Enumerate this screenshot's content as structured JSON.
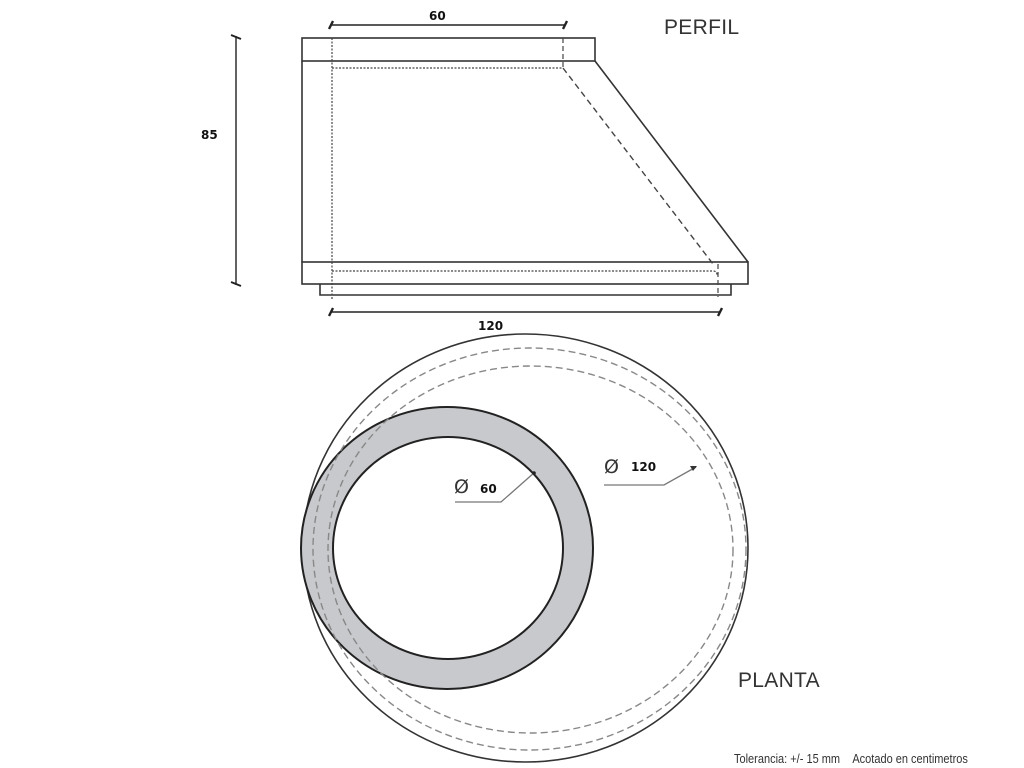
{
  "profile": {
    "title": "PERFIL",
    "dimensions": {
      "top_width": "60",
      "bottom_width": "120",
      "height": "85"
    }
  },
  "plan": {
    "title": "PLANTA",
    "dimensions": {
      "inner_diameter_symbol": "Ø",
      "inner_diameter": "60",
      "outer_diameter_symbol": "Ø",
      "outer_diameter": "120"
    }
  },
  "footer": {
    "tolerance": "Tolerancia: +/- 15 mm",
    "units": "Acotado en centimetros"
  },
  "colors": {
    "line": "#333333",
    "dashed": "#808080",
    "ring_fill": "#c8c9cc",
    "background": "#ffffff"
  }
}
